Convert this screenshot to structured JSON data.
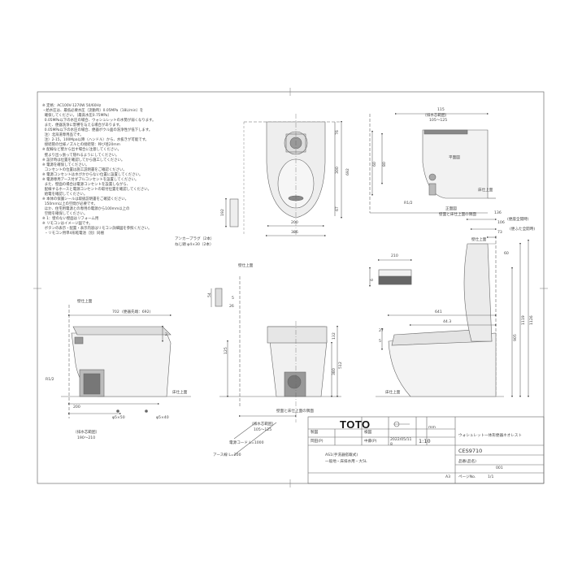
{
  "notes": [
    "※ 定格：AC100V-1270W 50/60Hz",
    "・給水圧は、最低必要水圧〔流動時〕0.05MPa〔18L/min〕を",
    "  確保してください。〔最高水圧0.75MPa〕",
    "  0.05MPa以下の水圧の場合、ウォシュレットの水勢が弱くなります。",
    "  また、便器洗浄に影響を与える場合があります。",
    "  0.05MPa以下の水圧の場合、便器ボウル面の洗浄性が低下します。",
    "  注）北海道専用品です。",
    "  注）2-15，100Mpa以降（ハンドル）から、水抜きが可能です。",
    "  接続管の仕様ノズルとの接続管：呼び径20mm",
    "※ 配線など壁から出す場合に注意してください。",
    "  壁より出っ張って隠れるようにしてください。",
    "※ 設計時は位置を確認してから施工してください。",
    "※ 電源を確保してください。",
    "  コンセントの位置は施工説明書をご確認ください。",
    "※ 電源コンセントは水がかからない位置に設置してください。",
    "※ 電源専用アース付ダブルコンセントを設置してください。",
    "  また、壁面の場合は電源コンセントを設置しながら、",
    "  配線するホースと電源コンセントの取付位置を確認してください。",
    "  給電を確認してください。",
    "※ 本体の保護シールは取扱説明書をご確認ください。",
    "  150mm以上の空間が必要です。",
    "  ほか、住宅用電源との専用の電源から100mm以上の",
    "  空間を確保してください。",
    "※ 1：壁のない壁面はリフォーム用",
    "※ リモコンはイメージ図です。",
    "  ボタンの表示・配置・表示内容はリモコン詳細図を参照ください。",
    "  ・リモコン用単4形乾電池（別）同梱"
  ],
  "annotations": {
    "wall_top": "壁仕上面",
    "floor_top": "床仕上面",
    "floor_top2": "床仕上面",
    "floor_top3": "床仕上面",
    "wall_center": "壁面",
    "wall_face_floor_ref": "壁面と床仕上面の隅面",
    "wall_face_floor_ref2": "壁面と床仕上面の隅面",
    "plan_view": "平面図",
    "front_view": "正面図",
    "anchor": "アンカープラグ（2本）",
    "screw": "ねじ頭 φ4×30（2本）",
    "power_cord": "電源コード L=1000",
    "earth_wire": "アース線 L=200",
    "drain_range": "（排水芯範囲）",
    "drain_range_vals": "105〜125",
    "drain_range2": "（排水芯範囲）",
    "drain_range2_vals": "190〜210",
    "drain_range3_vals": "105〜125",
    "hole1": "φ5×50",
    "hole2": "φ5×40",
    "r12": "R1/2",
    "seat_open": "(便座全開時)",
    "lid_open": "(便ふた全開時)"
  },
  "dims": {
    "top_115": "115",
    "top_range": "（排水芯範囲）",
    "top_range_vals": "105〜125",
    "d692": "692",
    "d76": "76",
    "d300": "300",
    "d67": "67",
    "d200": "200",
    "d386": "386",
    "d192": "192",
    "d702": "702",
    "d702b": "(便器先端：692)",
    "d641": "641",
    "d443": "44.3",
    "d136": "136",
    "d106": "106",
    "d73": "73",
    "d60": "60",
    "d54": "54",
    "d5": "5",
    "d26": "26",
    "d27": "27",
    "d5b": "5",
    "d125": "125",
    "d132": "132",
    "d380": "380",
    "d512": "512",
    "d905": "905",
    "d1119": "1119",
    "d1126": "1126",
    "d210": "210",
    "d6": "6",
    "d2": "2",
    "d200b": "200",
    "d60b": "60",
    "d80": "80"
  },
  "title_block": {
    "brand": "TOTO",
    "unit": "mm",
    "product": "ウォシュレット一体形便器ネオレスト",
    "model_no": "CES9710",
    "col_draw": "製図",
    "col_check": "検図",
    "col_approve": "承認",
    "person_a": "岡田(P)",
    "person_b": "中藤(P)",
    "date": "2022/05/11",
    "date2": "8",
    "scale": "1:10",
    "spec_line1": "AS1(手洗器搭載式)",
    "spec_line2": "一般地・床排水用・大5L",
    "model_label": "品番(品名)",
    "rev": "001",
    "page": "1/1",
    "page_label": "ページNo.",
    "size": "A3"
  }
}
